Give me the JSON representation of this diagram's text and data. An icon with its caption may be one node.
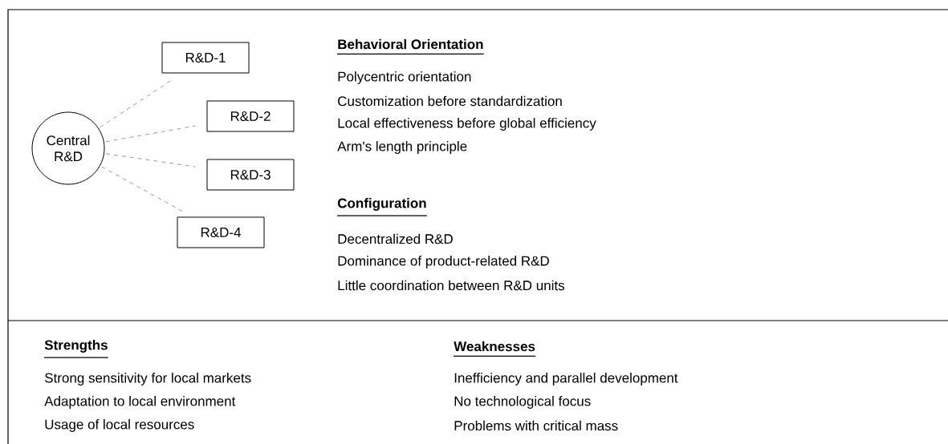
{
  "diagram": {
    "nodes": [
      {
        "text": [
          "Central R&D"
        ]
      },
      {
        "text": [
          "R&D-1"
        ]
      },
      {
        "text": [
          "R&D-2"
        ]
      },
      {
        "text": [
          "R&D-3"
        ]
      },
      {
        "text": [
          "R&D-4"
        ]
      }
    ],
    "edges": [
      {
        "from": 0,
        "to": 1,
        "arrow": "none",
        "style": "dashed"
      },
      {
        "from": 0,
        "to": 2,
        "arrow": "none",
        "style": "dashed"
      },
      {
        "from": 0,
        "to": 3,
        "arrow": "none",
        "style": "dashed"
      },
      {
        "from": 0,
        "to": 4,
        "arrow": "none",
        "style": "dashed"
      }
    ],
    "labels": [
      "Behavioral Orientation",
      "Polycentric orientation",
      "Customization before standardization",
      "Local effectiveness before global efficiency",
      "Arm's length principle",
      "Configuration",
      "Decentralized R&D",
      "Dominance of product-related R&D",
      "Little coordination between R&D units",
      "Strengths",
      "Strong sensitivity for local markets",
      "Adaptation to local environment",
      "Usage of local resources",
      "Weaknesses",
      "Inefficiency and parallel development",
      "No technological focus",
      "Problems with critical mass"
    ]
  }
}
